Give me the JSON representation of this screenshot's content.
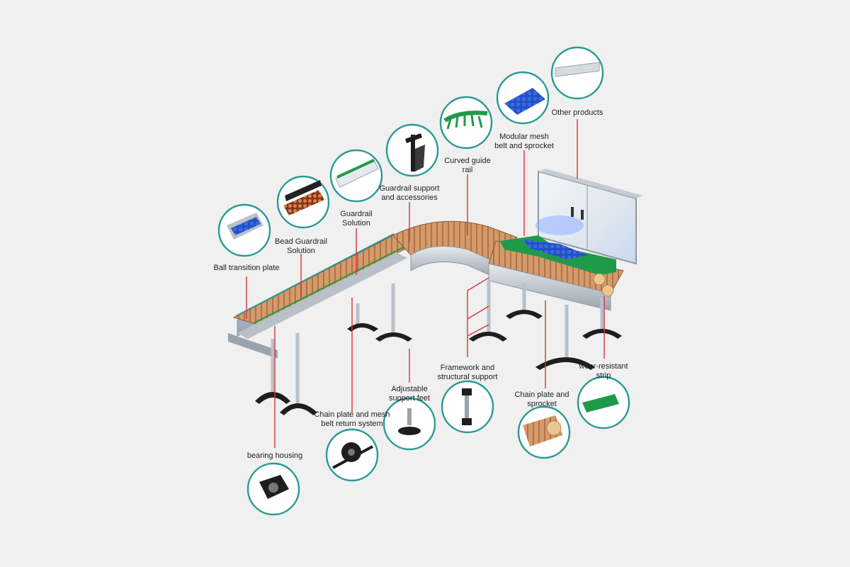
{
  "colors": {
    "background": "#f0f0f0",
    "ring": "#2a9a96",
    "leader": "#d9323c",
    "chain": "#c88a5a",
    "frame": "#9aa3ad",
    "green_guide": "#1f9a4a",
    "blue_mesh": "#2350c8"
  },
  "callouts": [
    {
      "id": "ball-transition-plate",
      "icon": "ball-transition-plate-thumbnail",
      "lines": [
        "Ball transition plate"
      ]
    },
    {
      "id": "bead-guardrail",
      "icon": "bead-guardrail-thumbnail",
      "lines": [
        "Bead Guardrail",
        "Solution"
      ]
    },
    {
      "id": "guardrail-solution",
      "icon": "guardrail-solution-thumbnail",
      "lines": [
        "Guardrail",
        "Solution"
      ]
    },
    {
      "id": "guardrail-support",
      "icon": "guardrail-support-thumbnail",
      "lines": [
        "Guardrail support",
        "and accessories"
      ]
    },
    {
      "id": "curved-guide-rail",
      "icon": "curved-guide-rail-thumbnail",
      "lines": [
        "Curved guide",
        "rail"
      ]
    },
    {
      "id": "modular-mesh-belt",
      "icon": "modular-mesh-belt-thumbnail",
      "lines": [
        "Modular mesh",
        "belt and sprocket"
      ]
    },
    {
      "id": "other-products",
      "icon": "other-products-thumbnail",
      "lines": [
        "Other products"
      ]
    },
    {
      "id": "bearing-housing",
      "icon": "bearing-housing-thumbnail",
      "lines": [
        "bearing housing"
      ]
    },
    {
      "id": "chain-plate-return",
      "icon": "chain-plate-return-thumbnail",
      "lines": [
        "Chain plate and mesh",
        "belt return system"
      ]
    },
    {
      "id": "adjustable-feet",
      "icon": "adjustable-feet-thumbnail",
      "lines": [
        "Adjustable",
        "support feet"
      ]
    },
    {
      "id": "framework-support",
      "icon": "framework-support-thumbnail",
      "lines": [
        "Framework and",
        "structural support"
      ]
    },
    {
      "id": "chain-plate-sprocket",
      "icon": "chain-plate-sprocket-thumbnail",
      "lines": [
        "Chain plate and",
        "sprocket"
      ]
    },
    {
      "id": "wear-resistant-strip",
      "icon": "wear-resistant-strip-thumbnail",
      "lines": [
        "wear-resistant",
        "strip"
      ]
    }
  ]
}
